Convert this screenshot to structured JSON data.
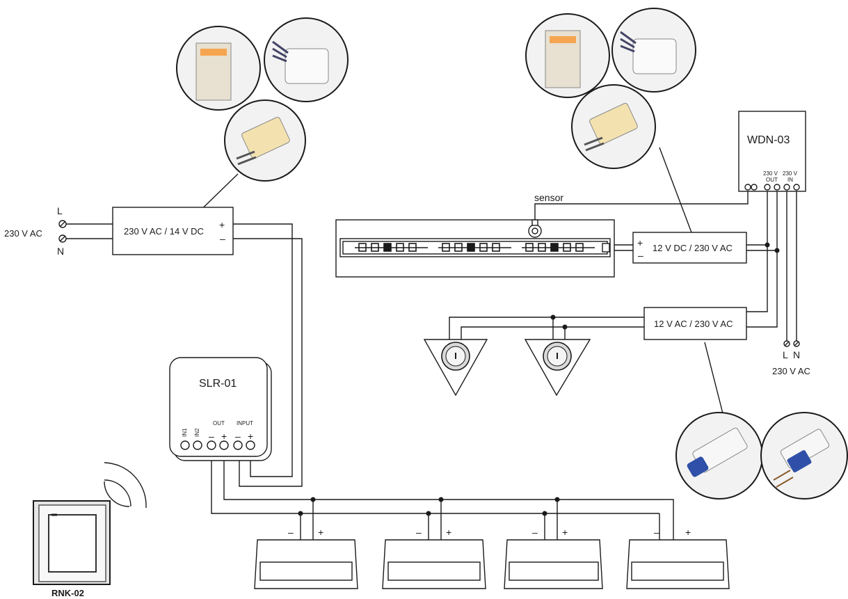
{
  "labels": {
    "supply_left": "230 V AC",
    "supply_right": "230 V AC",
    "L": "L",
    "N": "N",
    "psu_left": "230 V AC / 14 V DC",
    "plus": "+",
    "minus": "–",
    "slr": "SLR-01",
    "in1": "IN1",
    "in2": "IN2",
    "out": "OUT",
    "input": "INPUT",
    "sensor": "sensor",
    "psu_strip": "12 V DC / 230 V AC",
    "psu_halogen": "12 V AC / 230 V AC",
    "wdn": "WDN-03",
    "wdn_out_v": "230 V",
    "wdn_out": "OUT",
    "wdn_in_v": "230 V",
    "wdn_in": "IN",
    "rnk": "RNK-02"
  },
  "colors": {
    "line": "#1a1a1a",
    "device_fill": "#ffffff",
    "photo_fill": "#f2f2f2",
    "lamp_fill": "#d9d9d9"
  }
}
